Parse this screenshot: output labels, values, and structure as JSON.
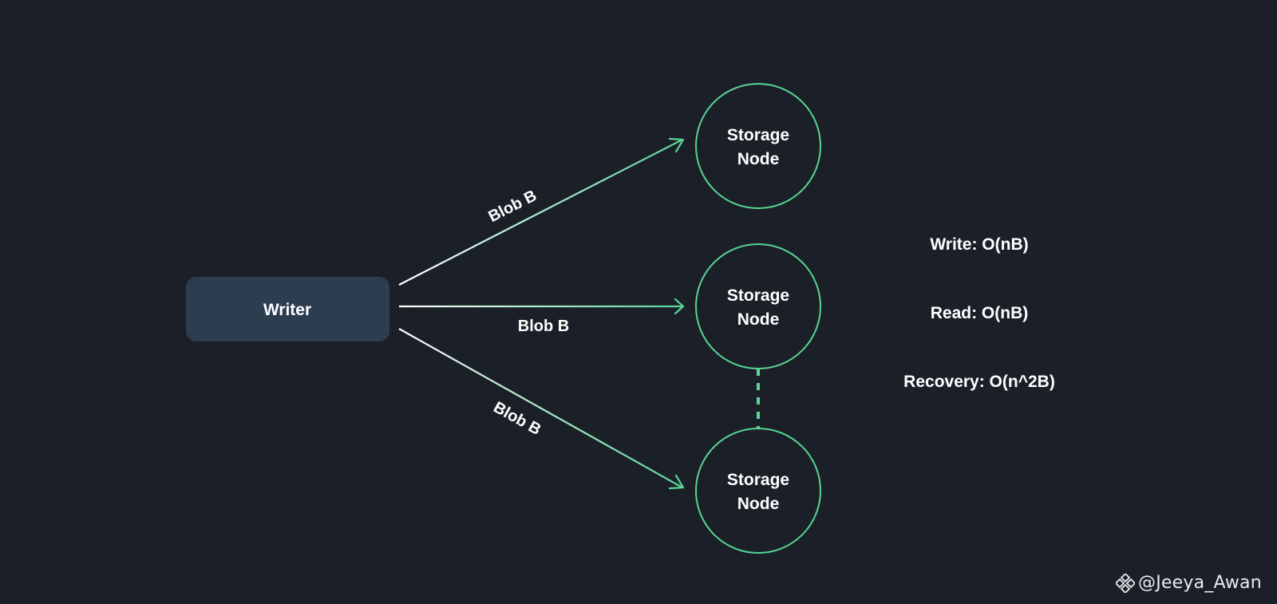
{
  "colors": {
    "background": "#1b2028",
    "writer_fill": "#2d3d50",
    "accent_green": "#58d493",
    "text": "#ffffff"
  },
  "writer": {
    "label": "Writer"
  },
  "nodes": [
    {
      "line1": "Storage",
      "line2": "Node"
    },
    {
      "line1": "Storage",
      "line2": "Node"
    },
    {
      "line1": "Storage",
      "line2": "Node"
    }
  ],
  "edges": [
    {
      "label": "Blob B"
    },
    {
      "label": "Blob B"
    },
    {
      "label": "Blob B"
    }
  ],
  "complexities": [
    {
      "text": "Write: O(nB)"
    },
    {
      "text": "Read: O(nB)"
    },
    {
      "text": "Recovery: O(n^2B)"
    }
  ],
  "watermark": {
    "icon": "binance-diamond-icon",
    "text": "@Jeeya_Awan"
  }
}
